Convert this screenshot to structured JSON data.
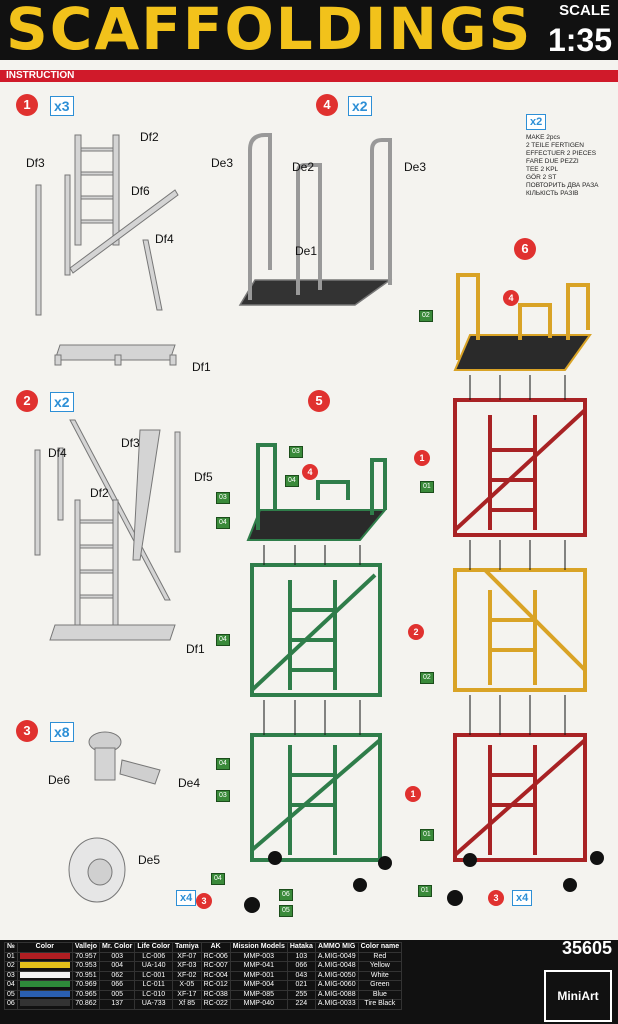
{
  "header": {
    "title": "SCAFFOLDINGS",
    "scale_label": "SCALE",
    "scale_value": "1:35"
  },
  "section_label": "INSTRUCTION",
  "steps": [
    {
      "num": "1",
      "mult": "x3"
    },
    {
      "num": "2",
      "mult": "x2"
    },
    {
      "num": "3",
      "mult": "x8"
    },
    {
      "num": "4",
      "mult": "x2"
    },
    {
      "num": "5"
    },
    {
      "num": "6"
    }
  ],
  "labels": {
    "df1a": "Df1",
    "df2a": "Df2",
    "df3a": "Df3",
    "df4a": "Df4",
    "df6": "Df6",
    "df1b": "Df1",
    "df2b": "Df2",
    "df3b": "Df3",
    "df4b": "Df4",
    "df5": "Df5",
    "de1": "De1",
    "de2": "De2",
    "de3a": "De3",
    "de3b": "De3",
    "de4": "De4",
    "de5": "De5",
    "de6": "De6"
  },
  "make_note": {
    "mult": "x2",
    "lines": [
      "MAKE 2pcs",
      "2 TEILE FERTIGEN",
      "EFFECTUER 2 PIECES",
      "FARE DUE PEZZI",
      "TEE 2 KPL",
      "GÖR 2 ST",
      "ПОВТОРИТЬ ДВА РАЗА",
      "КІЛЬКІСТЬ РАЗІВ"
    ]
  },
  "part_refs": {
    "p1": "1",
    "p2": "2",
    "p3": "3",
    "p4": "4"
  },
  "multipliers": {
    "x4a": "x4",
    "x4b": "x4"
  },
  "color_tags": {
    "t01": "01",
    "t02": "02",
    "t03": "03",
    "t04": "04",
    "t05": "05",
    "t06": "06"
  },
  "colors": {
    "green": "#2f7d4a",
    "yellow": "#d9a326",
    "red": "#a82224",
    "grey": "#d4d4d4",
    "accent": "#e0312f",
    "blue": "#2d8fd6"
  },
  "color_table": {
    "headers": [
      "№",
      "Color",
      "Vallejo",
      "Mr. Color",
      "Life Color",
      "Tamiya",
      "AK",
      "Mission Models",
      "Hataka",
      "AMMO MIG",
      "Color name"
    ],
    "rows": [
      {
        "n": "01",
        "swatch": "#b01e22",
        "vallejo": "70.957",
        "mr": "003",
        "life": "LC-006",
        "tamiya": "XF-07",
        "ak": "RC-006",
        "mm": "MMP-003",
        "hataka": "103",
        "ammo": "A.MIG-0049",
        "name": "Red"
      },
      {
        "n": "02",
        "swatch": "#e2c01a",
        "vallejo": "70.953",
        "mr": "004",
        "life": "UA-140",
        "tamiya": "XF-03",
        "ak": "RC-007",
        "mm": "MMP-041",
        "hataka": "066",
        "ammo": "A.MIG-0048",
        "name": "Yellow"
      },
      {
        "n": "03",
        "swatch": "#f1f1f1",
        "vallejo": "70.951",
        "mr": "062",
        "life": "LC-001",
        "tamiya": "XF-02",
        "ak": "RC-004",
        "mm": "MMP-001",
        "hataka": "043",
        "ammo": "A.MIG-0050",
        "name": "White"
      },
      {
        "n": "04",
        "swatch": "#2e8a3a",
        "vallejo": "70.969",
        "mr": "066",
        "life": "LC-011",
        "tamiya": "X-05",
        "ak": "RC-012",
        "mm": "MMP-004",
        "hataka": "021",
        "ammo": "A.MIG-0060",
        "name": "Green"
      },
      {
        "n": "05",
        "swatch": "#2a5fb0",
        "vallejo": "70.965",
        "mr": "005",
        "life": "LC-010",
        "tamiya": "XF-17",
        "ak": "RC-038",
        "mm": "MMP-085",
        "hataka": "255",
        "ammo": "A.MIG-0088",
        "name": "Blue"
      },
      {
        "n": "06",
        "swatch": "#333333",
        "vallejo": "70.862",
        "mr": "137",
        "life": "UA-733",
        "tamiya": "Xf 85",
        "ak": "RC-022",
        "mm": "MMP-040",
        "hataka": "224",
        "ammo": "A.MIG-0033",
        "name": "Tire Black"
      }
    ]
  },
  "footer": {
    "code": "35605",
    "brand": "MiniArt"
  }
}
